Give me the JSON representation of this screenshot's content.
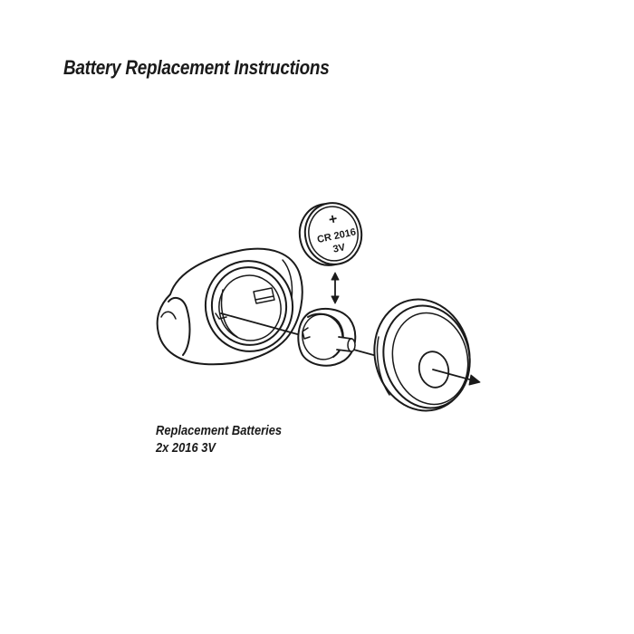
{
  "title": "Battery Replacement Instructions",
  "battery": {
    "plus": "+",
    "model": "CR 2016",
    "voltage": "3V"
  },
  "caption": {
    "line1": "Replacement Batteries",
    "line2": "2x 2016 3V"
  }
}
